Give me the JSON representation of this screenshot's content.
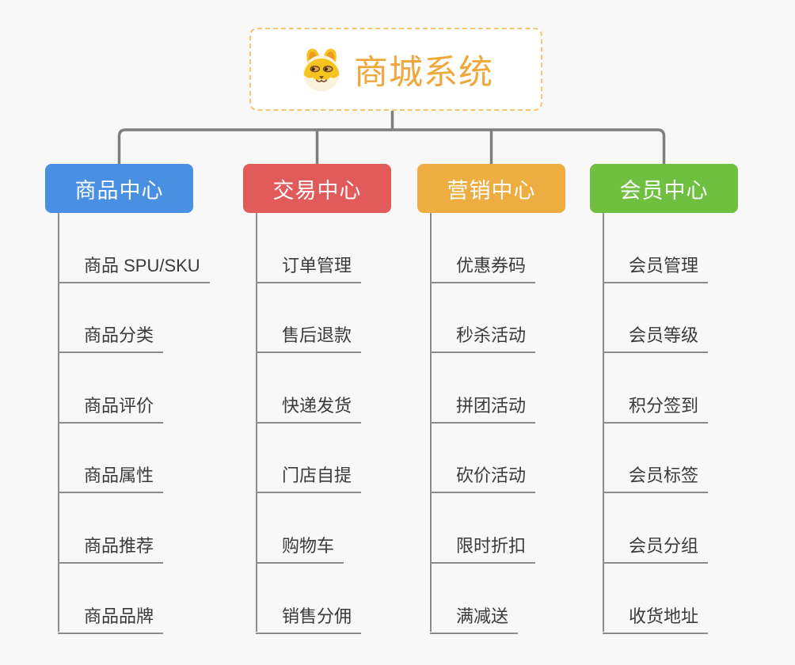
{
  "canvas": {
    "background": "#f8f8f8"
  },
  "root": {
    "title": "商城系统",
    "icon": "dog-face-icon",
    "text_color": "#f0a73c",
    "border_color": "#f7c570",
    "bg": "#ffffff"
  },
  "colors": {
    "connector": "#7e7e7e",
    "leaf_line": "#8c8c8c",
    "leaf_text": "#3a3a3a"
  },
  "branches": [
    {
      "label": "商品中心",
      "color": "#4a90e2",
      "items": [
        "商品 SPU/SKU",
        "商品分类",
        "商品评价",
        "商品属性",
        "商品推荐",
        "商品品牌"
      ]
    },
    {
      "label": "交易中心",
      "color": "#e25b5b",
      "items": [
        "订单管理",
        "售后退款",
        "快递发货",
        "门店自提",
        "购物车",
        "销售分佣"
      ]
    },
    {
      "label": "营销中心",
      "color": "#edad41",
      "items": [
        "优惠券码",
        "秒杀活动",
        "拼团活动",
        "砍价活动",
        "限时折扣",
        "满减送"
      ]
    },
    {
      "label": "会员中心",
      "color": "#6fc040",
      "items": [
        "会员管理",
        "会员等级",
        "积分签到",
        "会员标签",
        "会员分组",
        "收货地址"
      ]
    }
  ]
}
